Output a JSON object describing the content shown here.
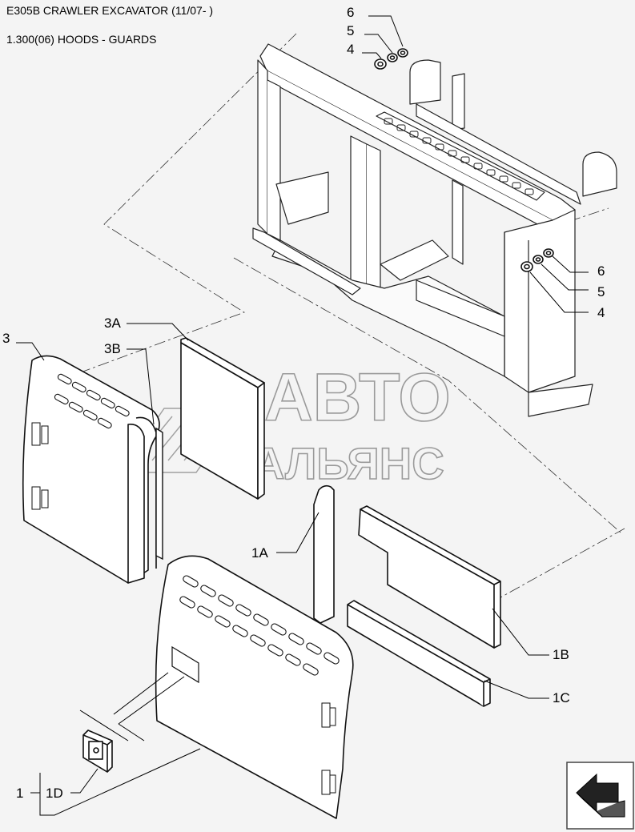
{
  "header": {
    "title": "E305B CRAWLER EXCAVATOR (11/07- )",
    "subtitle": "1.300(06) HOODS - GUARDS"
  },
  "watermark": {
    "line1": "АВТО",
    "line2": "АЛЬЯНС"
  },
  "callouts": {
    "top_6": "6",
    "top_5": "5",
    "top_4": "4",
    "right_6": "6",
    "right_5": "5",
    "right_4": "4",
    "c3": "3",
    "c3a": "3A",
    "c3b": "3B",
    "c1a": "1A",
    "c1b": "1B",
    "c1c": "1C",
    "c1": "1",
    "c1d": "1D"
  },
  "nav": {
    "icon": "next-page-arrow-icon"
  }
}
